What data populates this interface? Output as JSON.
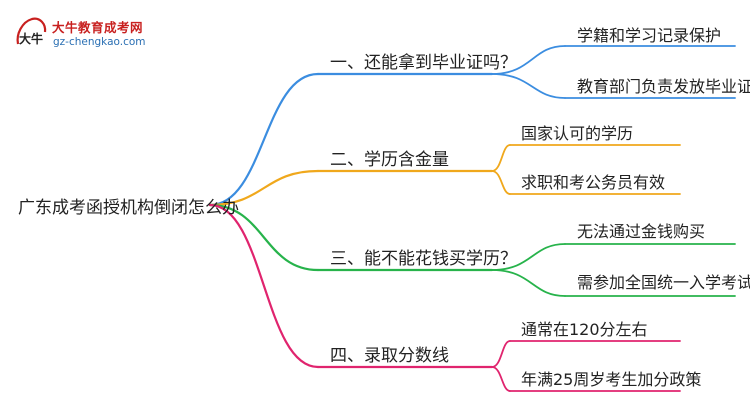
{
  "logo": {
    "name": "大牛教育成考网",
    "url": "gz-chengkao.com",
    "mark_text": "大牛"
  },
  "mindmap": {
    "root": "广东成考函授机构倒闭怎么办",
    "branches": [
      {
        "label": "一、还能拿到毕业证吗？",
        "color": "#3b8de0",
        "leaves": [
          "学籍和学习记录保护",
          "教育部门负责发放毕业证"
        ]
      },
      {
        "label": "二、学历含金量",
        "color": "#f0a81c",
        "leaves": [
          "国家认可的学历",
          "求职和考公务员有效"
        ]
      },
      {
        "label": "三、能不能花钱买学历？",
        "color": "#27b34b",
        "leaves": [
          "无法通过金钱购买",
          "需参加全国统一入学考试"
        ]
      },
      {
        "label": "四、录取分数线",
        "color": "#e0246e",
        "leaves": [
          "通常在120分左右",
          "年满25周岁考生加分政策"
        ]
      }
    ]
  }
}
